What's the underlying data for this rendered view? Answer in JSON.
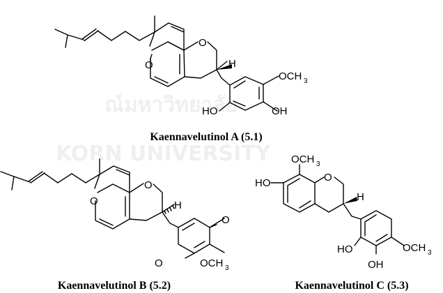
{
  "watermark": {
    "line1": "ณ์มหาวิทยาลัย",
    "line2": "KORN UNIVERSITY"
  },
  "compounds": [
    {
      "caption": "Kaennavelutinol A (5.1)",
      "labels": {
        "o_pyran": "O",
        "o_chroman": "O",
        "h": "H",
        "och3_o": "OCH",
        "och3_sub": "3",
        "ho": "HO",
        "oh": "OH"
      }
    },
    {
      "caption": "Kaennavelutinol B (5.2)",
      "labels": {
        "o_pyran": "O",
        "o_chroman": "O",
        "h": "H",
        "o_top": "O",
        "o_bottom": "O",
        "och3_o": "OCH",
        "och3_sub": "3"
      }
    },
    {
      "caption": "Kaennavelutinol C (5.3)",
      "labels": {
        "och3_top": "OCH",
        "och3_top_sub": "3",
        "ho": "HO",
        "o_chroman": "O",
        "h": "H",
        "ho2": "HO",
        "oh": "OH",
        "och3_o": "OCH",
        "och3_sub": "3"
      }
    }
  ]
}
